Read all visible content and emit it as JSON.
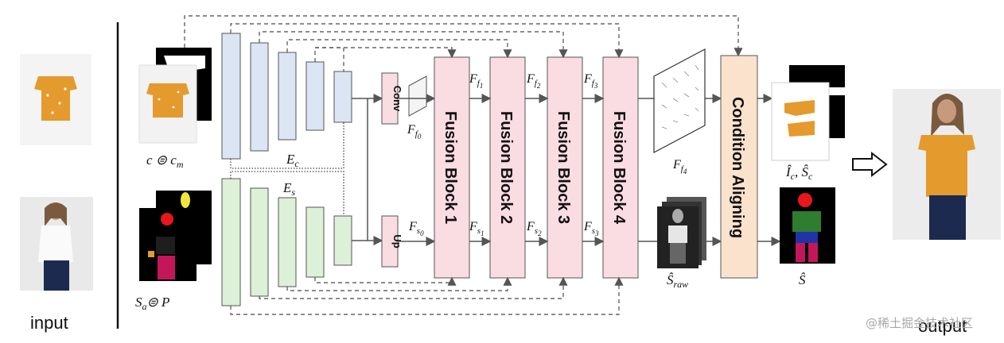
{
  "labels": {
    "input": "input",
    "output": "output",
    "conv": "Conv",
    "up": "Up",
    "fusion_blocks": [
      "Fusion Block 1",
      "Fusion Block 2",
      "Fusion Block 3",
      "Fusion Block 4"
    ],
    "condition_aligning": "Condition Aligning",
    "watermark": "@稀土掘金技术社区"
  },
  "math": {
    "c_in": "c ⊜ c",
    "c_in_sub": "m",
    "s_in": "S",
    "s_in_sub": "a",
    "s_in_tail": "⊜ P",
    "Ec": "E",
    "Ec_sub": "c",
    "Es": "E",
    "Es_sub": "s",
    "Ff0": "F",
    "Ff0_sub": "f",
    "Ff0_subsub": "0",
    "Fs0": "F",
    "Fs0_sub": "s",
    "Fs0_subsub": "0",
    "Ff": [
      "F",
      "F",
      "F"
    ],
    "Ff_subsub": [
      "1",
      "2",
      "3"
    ],
    "Fs_subsub": [
      "1",
      "2",
      "3"
    ],
    "Ff4": "F",
    "Ff4_subsub": "4",
    "S_raw": "Ŝ",
    "S_raw_sub": "raw",
    "I_S": "Î",
    "I_S_sub": "c",
    "I_S_tail": ", Ŝ",
    "I_S_tail_sub": "c",
    "S_hat": "Ŝ"
  },
  "colors": {
    "encoder_c": "#dbe5f3",
    "encoder_s": "#ddf0d8",
    "fusion": "#fadce3",
    "aligning": "#fbe2cd",
    "line": "#555555",
    "dashed": "#666666",
    "garment": "#e49a2d",
    "seg_red": "#e8161d",
    "seg_yellow": "#f2e63a",
    "seg_green": "#2f7d2f",
    "seg_pink": "#c2185b",
    "seg_blue": "#2233a8"
  }
}
